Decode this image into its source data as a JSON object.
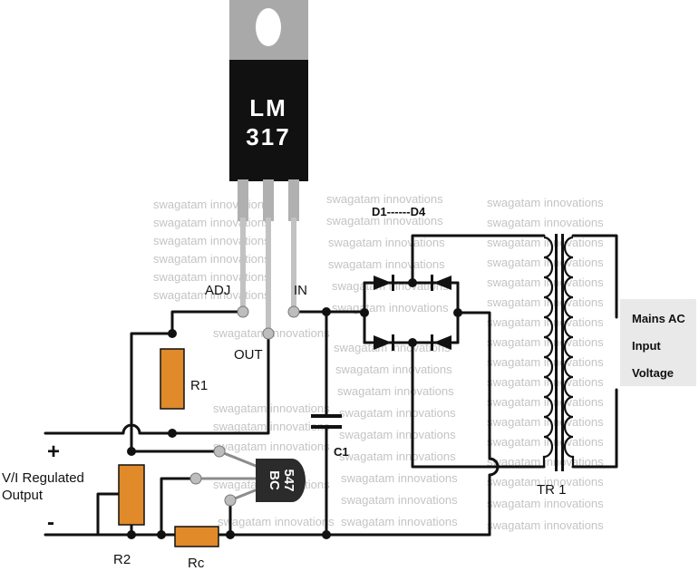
{
  "watermark": "swagatam innovations",
  "regulator": {
    "line1": "LM",
    "line2": "317"
  },
  "pins": {
    "adj": "ADJ",
    "out": "OUT",
    "in": "IN"
  },
  "components": {
    "r1": "R1",
    "r2": "R2",
    "rc": "Rc",
    "c1": "C1",
    "diodes": "D1------D4",
    "transistor_line1": "BC",
    "transistor_line2": "547",
    "transformer": "TR 1"
  },
  "output": {
    "line1": "V/I Regulated",
    "line2": "Output",
    "plus": "+",
    "minus": "-"
  },
  "mains": {
    "line1": "Mains AC",
    "line2": "Input",
    "line3": "Voltage"
  },
  "colors": {
    "resistor": "#e08a2a",
    "ic_body": "#111111",
    "ic_tab": "#a9a9a9",
    "watermark": "#c4c4c4"
  }
}
